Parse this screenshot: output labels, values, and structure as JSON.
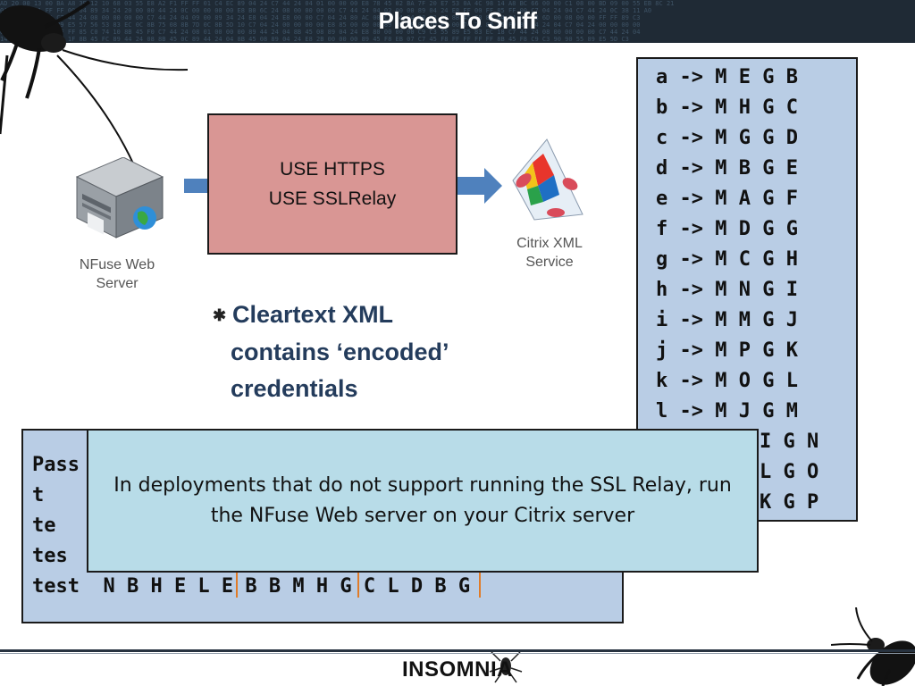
{
  "slide": {
    "title": "Places To Sniff",
    "header_hex": "AD 20 00 13 00 BA A8 3B 12 10 68 03 55 E8 A2 F1 FF FF 01 C4 EC 89 04 24 C7 44 24 04 01 00 00 00 E8 78 45 02 BA 7F 20 E7 53 0A 4C 98 14 A8 BC 66 00 00 C1 08 00 BD 09 00 55 EB 8C 21\n0A E8 8C 51 FF FF 00 04 89 34 24 20 00 00 44 24 0C 00 00 00 00 E8 B0 6C 24 08 00 00 00 00 C7 44 24 04 02 00 00 89 04 24 E8 FF 00 FF 85 FF 00 C7 04 24 04 C7 44 24 0C 38 11 A0\nE8 53 EB 00 00 C7 44 24 08 00 00 00 00 C7 44 24 04 09 00 89 34 24 E8 04 24 E8 00 00 C7 04 24 80 AC 00 C7 44 24 08 02 00 8B 45 E8 89 44 24 04 E8 6D 00 08 00 00 FF FF 89 C3\nD5 BB 00 31 C0 89 E5 57 56 53 83 EC 0C 8B 75 08 8B 7D 0C 8B 5D 10 C7 04 24 00 00 00 00 E8 85 00 00 00 89 45 F0 83 7D F0 00 74 21 8B 45 F0 89 44 24 04 C7 04 24 00 00 00 00\n00 00 E8 3C FF FF FF 85 C0 74 10 8B 45 F0 C7 44 24 08 01 00 00 00 89 44 24 04 8B 45 08 89 04 24 E8 80 00 00 00 C9 C3 55 89 E5 83 EC 18 C7 44 24 08 00 00 00 00 C7 44 24 04\n14 02 FF 85 C0 74 1F 8B 45 FC 89 44 24 08 8B 45 0C 89 44 24 04 8B 45 08 89 04 24 E8 2B 00 00 00 89 45 F8 EB 07 C7 45 F8 FF FF FF FF 8B 45 F8 C9 C3 90 90 55 89 E5 5D C3",
    "footer_logo": "INSOMNIA"
  },
  "diagram": {
    "server_label_line1": "NFuse Web",
    "server_label_line2": "Server",
    "citrix_label_line1": "Citrix XML",
    "citrix_label_line2": "Service",
    "note_line1": "USE HTTPS",
    "note_line2": "USE SSLRelay"
  },
  "bullet": {
    "line1": "Cleartext XML",
    "line2": "contains ‘encoded’",
    "line3": "credentials"
  },
  "mapping": {
    "rows": [
      "a -> M E G B",
      "b -> M H G C",
      "c -> M G G D",
      "d -> M B G E",
      "e -> M A G F",
      "f -> M D G G",
      "g -> M C G H",
      "h -> M N G I",
      "i -> M M G J",
      "j -> M P G K",
      "k -> M O G L",
      "l -> M J G M",
      "I G N",
      "L G O",
      "K G P"
    ]
  },
  "password_table": {
    "rows": [
      "Pass",
      "t",
      "te",
      "tes",
      "test  N B H E L E B B M H G C L D B G"
    ]
  },
  "callout": {
    "line1": "In deployments that do not support running the SSL Relay, run",
    "line2": "the NFuse Web server on your Citrix server"
  },
  "colors": {
    "header_bg": "#1f2a35",
    "note_fill": "#d99694",
    "mapping_fill": "#b9cde5",
    "callout_fill": "#b8dce8",
    "bullet_text": "#243c5c",
    "separator": "#e07b28",
    "arrow": "#4f81bd"
  }
}
